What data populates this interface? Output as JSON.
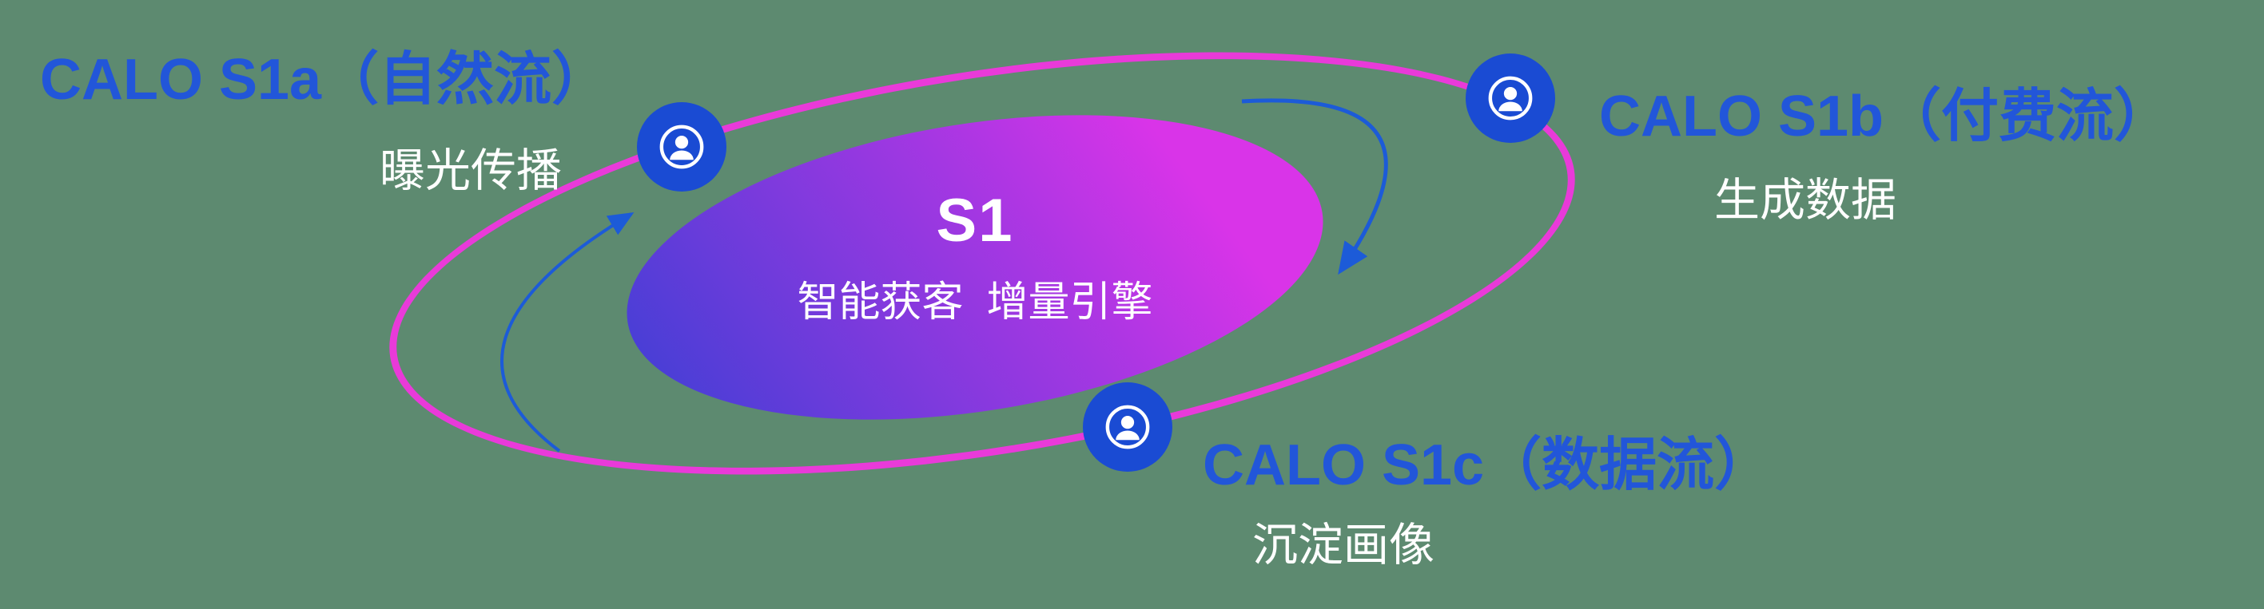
{
  "center": {
    "title": "S1",
    "subtitle": "智能获客  增量引擎"
  },
  "nodes": [
    {
      "id": "s1a",
      "label": "CALO S1a（自然流）",
      "sublabel": "曝光传播",
      "icon": "person-in-circle-icon"
    },
    {
      "id": "s1b",
      "label": "CALO S1b（付费流）",
      "sublabel": "生成数据",
      "icon": "person-in-circle-icon"
    },
    {
      "id": "s1c",
      "label": "CALO S1c（数据流）",
      "sublabel": "沉淀画像",
      "icon": "person-in-circle-icon"
    }
  ],
  "colors": {
    "background": "#5d8a70",
    "label_blue": "#2256d9",
    "node_blue": "#1a4bd3",
    "orbit_magenta": "#e93ad9",
    "core_gradient_start": "#4a3ed6",
    "core_gradient_end": "#d934e8",
    "arrow_blue": "#1c5bd8",
    "text_white": "#ffffff"
  }
}
